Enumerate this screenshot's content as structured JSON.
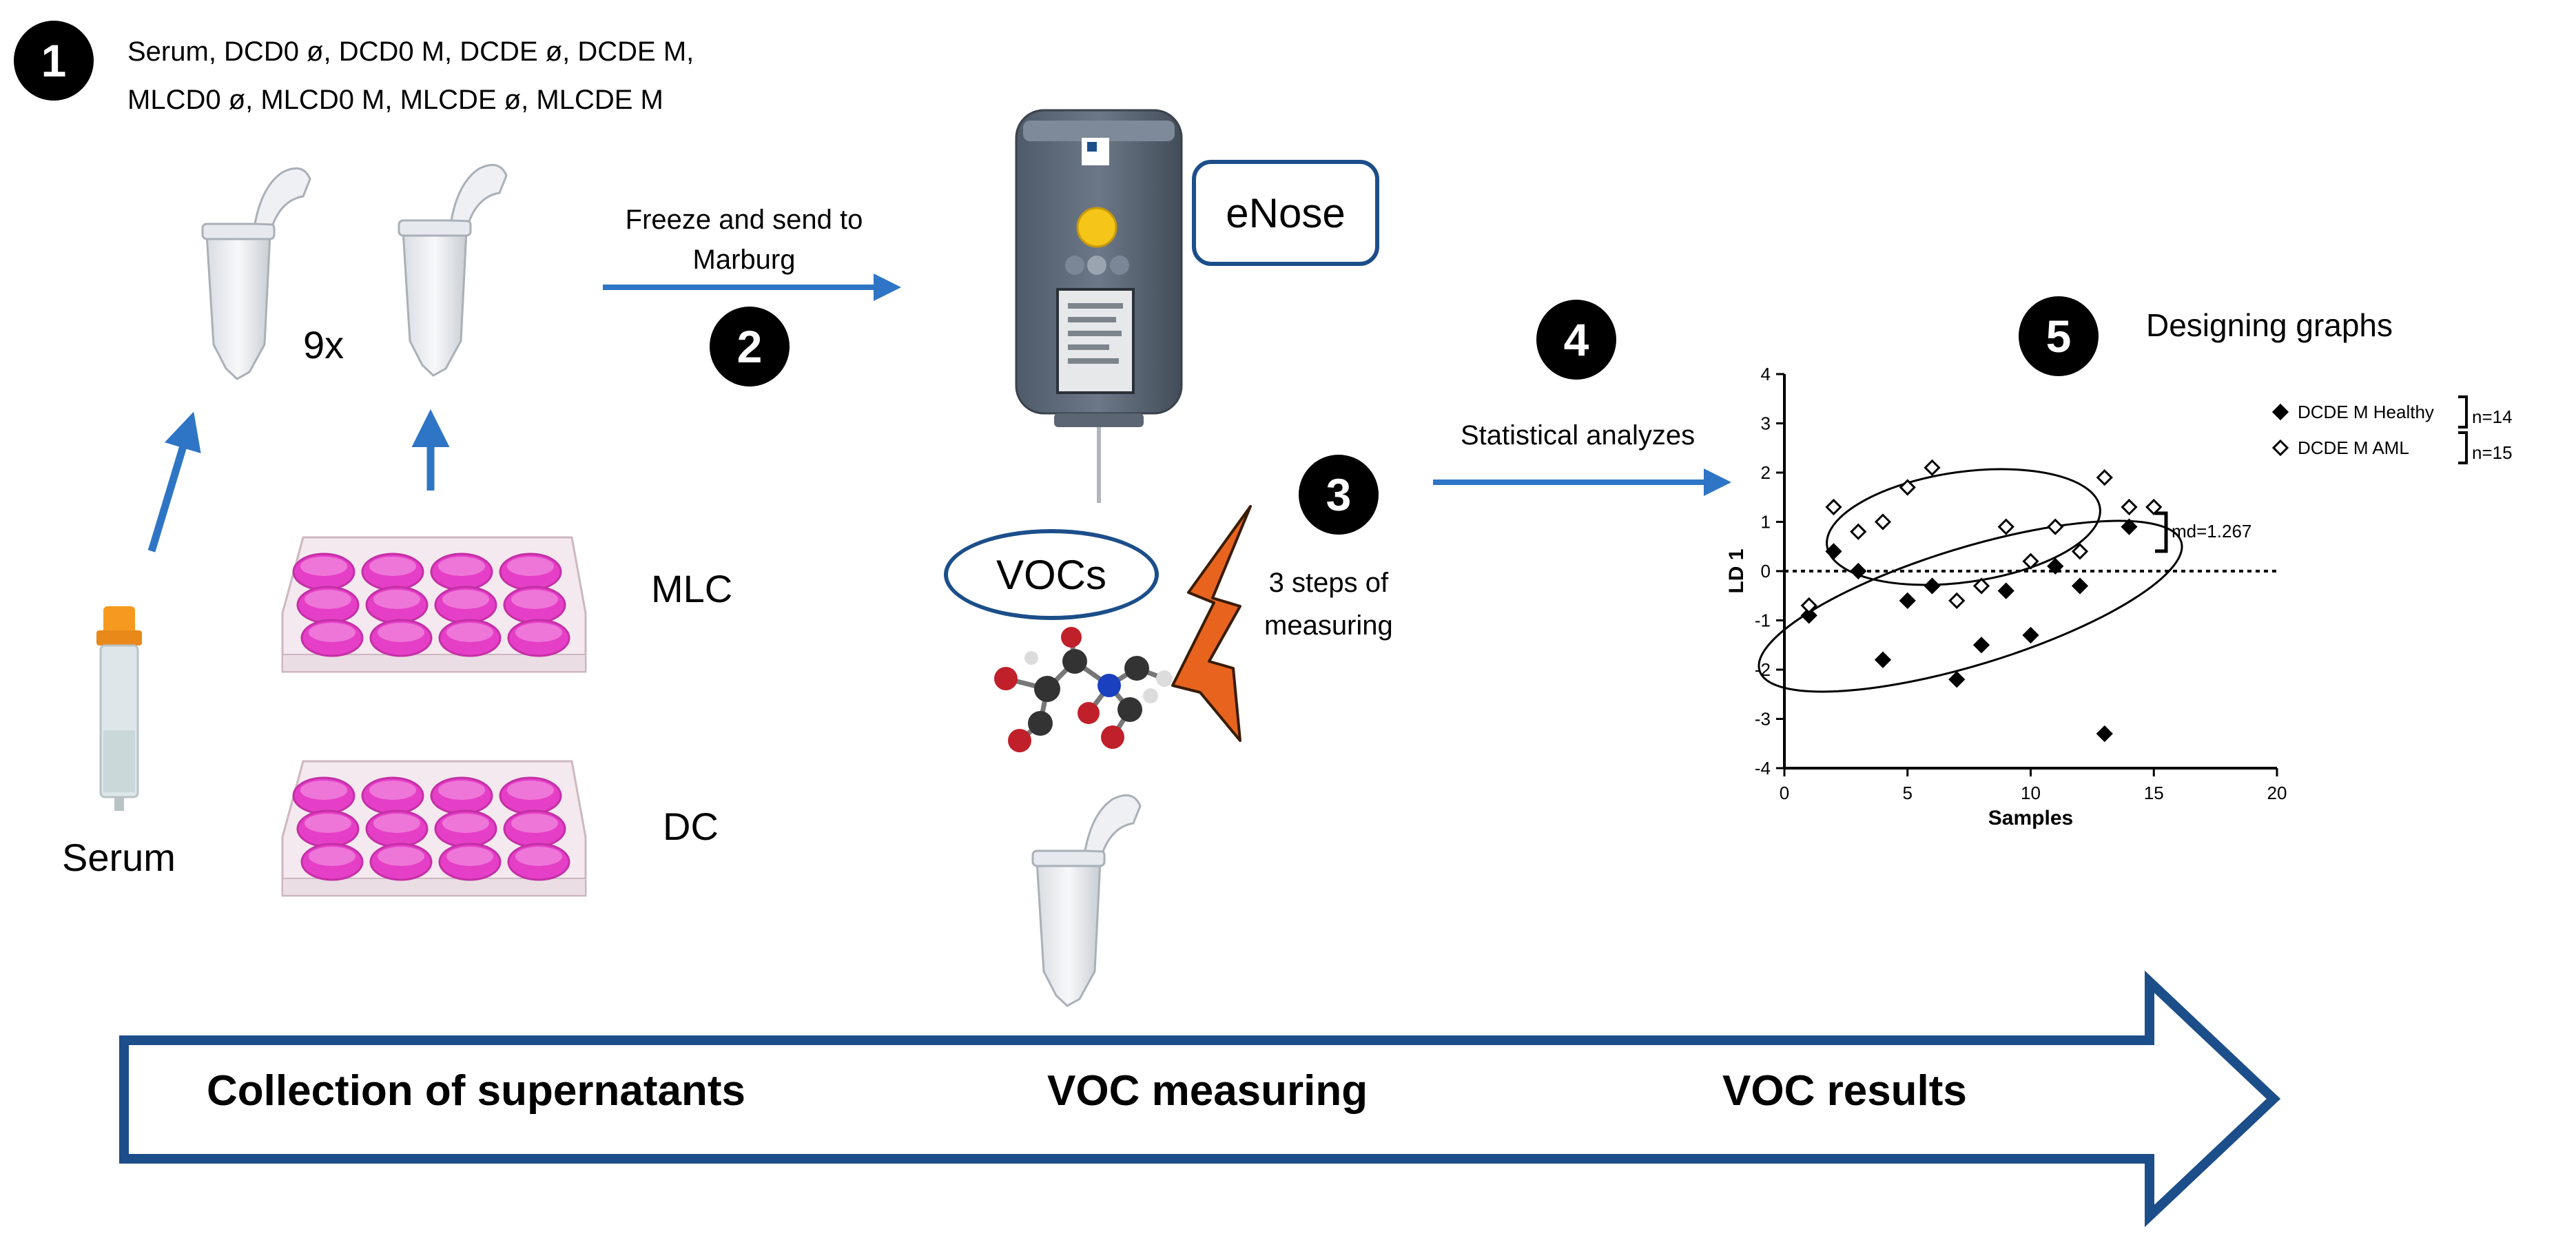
{
  "steps": {
    "step1": "1",
    "step2": "2",
    "step3": "3",
    "step4": "4",
    "step5": "5"
  },
  "samples": {
    "line1": "Serum, DCD0 ø, DCD0 M, DCDE ø, DCDE M,",
    "line2": "MLCD0 ø, MLCD0 M, MLCDE ø, MLCDE M"
  },
  "labels": {
    "times": "9x",
    "serum": "Serum",
    "mlc": "MLC",
    "dc": "DC",
    "freeze_line1": "Freeze and send to",
    "freeze_line2": "Marburg",
    "enose": "eNose",
    "vocs": "VOCs",
    "measure_line1": "3 steps of",
    "measure_line2": "measuring",
    "stats": "Statistical analyzes",
    "graphs": "Designing graphs"
  },
  "banner": {
    "left": "Collection of supernatants",
    "middle": "VOC measuring",
    "right": "VOC results"
  },
  "colors": {
    "arrow": "#2e75c5",
    "banner_border": "#1c4e8a",
    "lightning": "#e8641e",
    "well_pink": "#e53fc7"
  },
  "chart_data": {
    "type": "scatter",
    "xlabel": "Samples",
    "ylabel": "LD 1",
    "xlim": [
      0,
      20
    ],
    "ylim": [
      -4,
      4
    ],
    "x_ticks": [
      "0",
      "5",
      "10",
      "15",
      "20"
    ],
    "y_ticks": [
      "4",
      "3",
      "2",
      "1",
      "0",
      "-1",
      "-2",
      "-3",
      "-4"
    ],
    "reference_line_y": 0,
    "series": [
      {
        "name": "DCDE M Healthy",
        "marker": "filled-diamond",
        "count_label": "n=14",
        "x": [
          1,
          2,
          3,
          4,
          5,
          6,
          7,
          8,
          9,
          10,
          11,
          12,
          13,
          14
        ],
        "y": [
          -0.9,
          0.4,
          0.0,
          -1.8,
          -0.6,
          -0.3,
          -2.2,
          -1.5,
          -0.4,
          -1.3,
          0.1,
          -0.3,
          -3.3,
          0.9
        ]
      },
      {
        "name": "DCDE M AML",
        "marker": "open-diamond",
        "count_label": "n=15",
        "x": [
          1,
          2,
          3,
          4,
          5,
          6,
          7,
          8,
          9,
          10,
          11,
          12,
          13,
          14,
          15
        ],
        "y": [
          -0.7,
          1.3,
          0.8,
          1.0,
          1.7,
          2.1,
          -0.6,
          -0.3,
          0.9,
          0.2,
          0.9,
          0.4,
          1.9,
          1.3,
          1.3
        ]
      }
    ],
    "annotation": "md=1.267"
  }
}
